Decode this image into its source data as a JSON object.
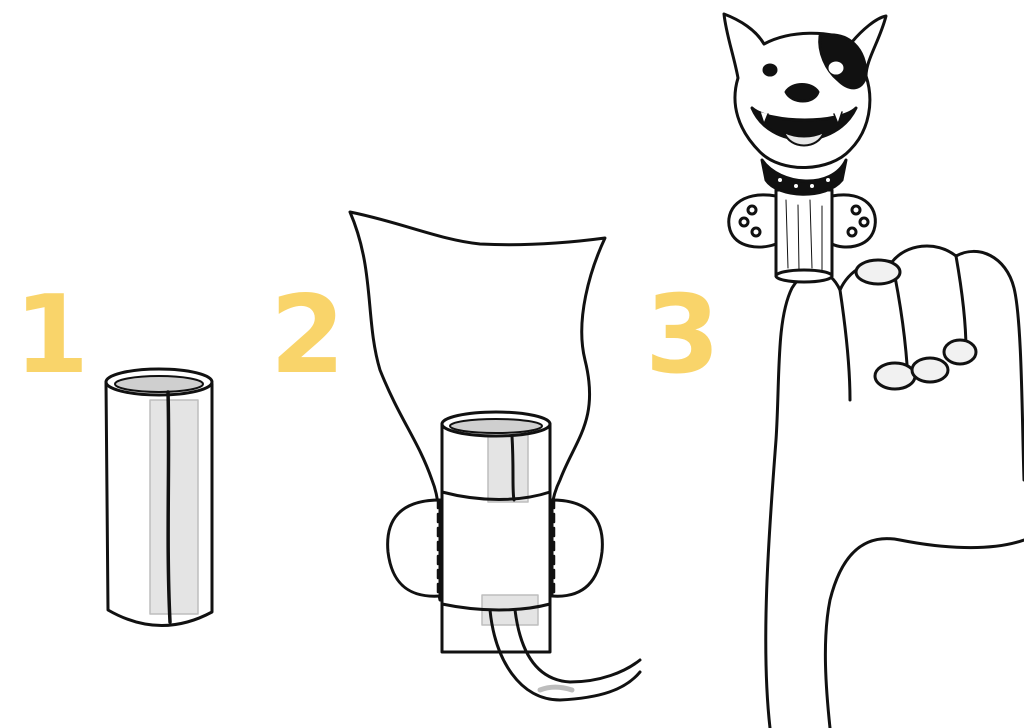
{
  "steps": [
    {
      "number": "1"
    },
    {
      "number": "2"
    },
    {
      "number": "3"
    }
  ],
  "colors": {
    "step_number": "#f9d46a",
    "line": "#111111",
    "tape": "#e4e4e4",
    "tube_inner": "#cfcfcf"
  }
}
